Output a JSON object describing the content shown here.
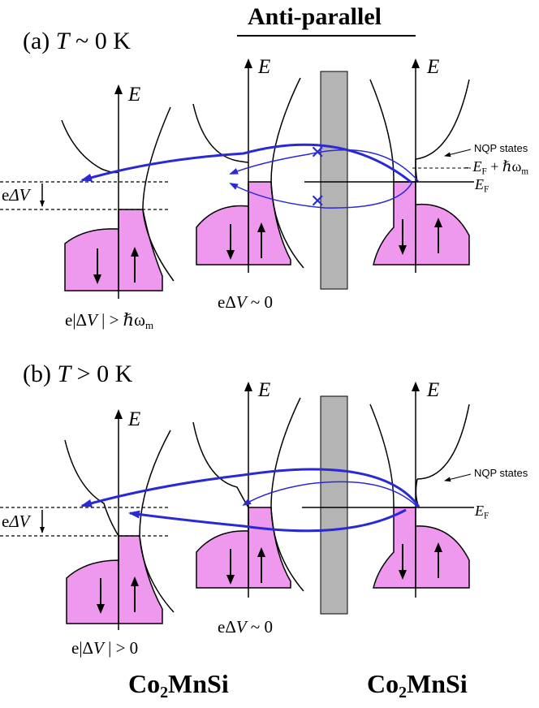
{
  "colors": {
    "band_fill": "#ee99ee",
    "barrier_fill": "#b4b4b4",
    "arrow": "#2929d6",
    "line": "#000000"
  },
  "title": "Anti-parallel",
  "panel_a": {
    "label_prefix": "(a) ",
    "label_var": "T",
    "label_rest": " ~ 0 K",
    "energy_axis": "E",
    "bias_left": "e",
    "bias_left_delta": "ΔV",
    "bias_left_abs_lhs": "e|Δ",
    "bias_left_abs_var": "V",
    "bias_left_abs_rhs": " | > ℏω",
    "bias_left_abs_sub": "m",
    "bias_center_lhs": "eΔ",
    "bias_center_var": "V",
    "bias_center_rhs": " ~ 0",
    "nqp": "NQP states",
    "ef_var": "E",
    "ef_sub": "F",
    "ef_plus": " + ℏω",
    "ef_plus_sub": "m",
    "blocked_symbol": "✕"
  },
  "panel_b": {
    "label_prefix": "(b) ",
    "label_var": "T",
    "label_rest": " > 0 K",
    "energy_axis": "E",
    "bias_left": "e",
    "bias_left_delta": "ΔV",
    "bias_left_abs_lhs": "e|Δ",
    "bias_left_abs_var": "V",
    "bias_left_abs_rhs": " | > 0",
    "bias_center_lhs": "eΔ",
    "bias_center_var": "V",
    "bias_center_rhs": " ~ 0",
    "nqp": "NQP states",
    "ef_var": "E",
    "ef_sub": "F"
  },
  "materials": {
    "left_prefix": "Co",
    "left_sub": "2",
    "left_suffix": "MnSi",
    "right_prefix": "Co",
    "right_sub": "2",
    "right_suffix": "MnSi"
  }
}
